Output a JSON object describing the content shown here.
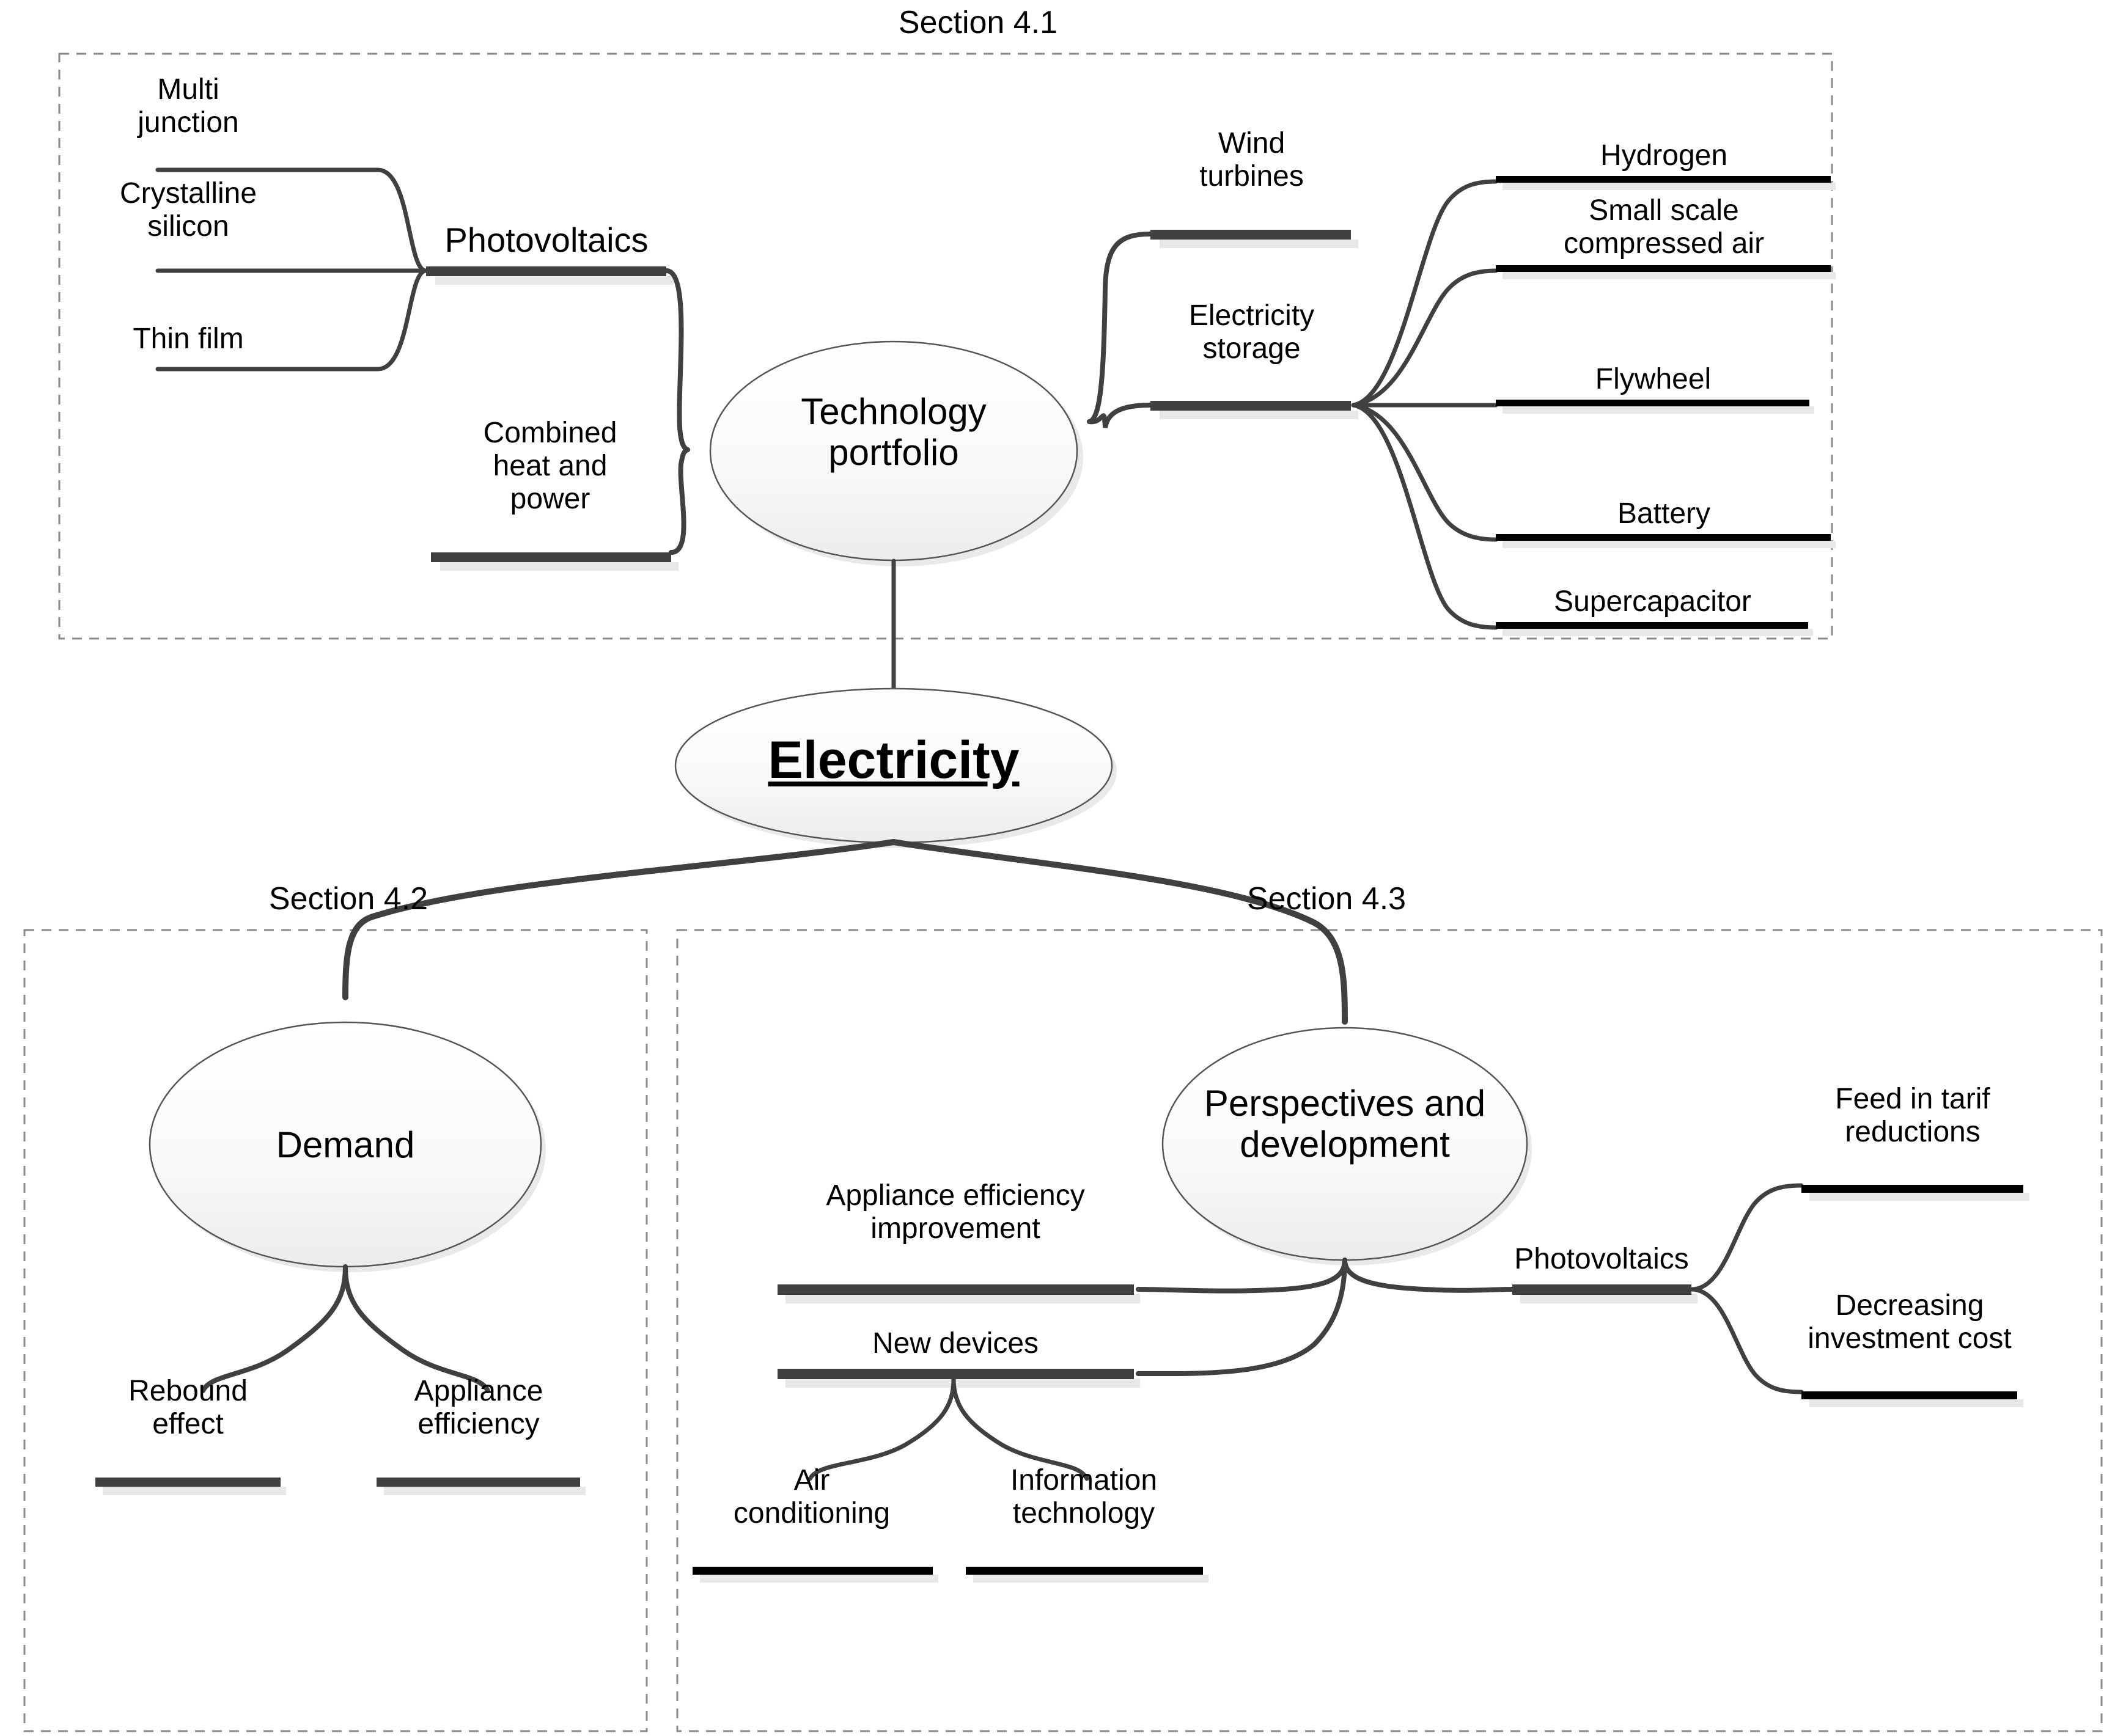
{
  "diagram": {
    "type": "mind-map",
    "root": {
      "label": "Electricity",
      "style": "bold-underlined-ellipse"
    },
    "sections": [
      {
        "id": "4.1",
        "label": "Section 4.1"
      },
      {
        "id": "4.2",
        "label": "Section 4.2"
      },
      {
        "id": "4.3",
        "label": "Section 4.3"
      }
    ],
    "nodes": {
      "technology_portfolio": "Technology\nportfolio",
      "demand": "Demand",
      "perspectives": "Perspectives and\ndevelopment"
    },
    "branches": {
      "photovoltaics": "Photovoltaics",
      "combined_heat_power": "Combined\nheat and\npower",
      "wind_turbines": "Wind\nturbines",
      "electricity_storage": "Electricity\nstorage",
      "pv_perspectives": "Photovoltaics",
      "appliance_efficiency_improvement": "Appliance efficiency\nimprovement",
      "new_devices": "New devices"
    },
    "leaves": {
      "multi_junction": "Multi\njunction",
      "crystalline_silicon": "Crystalline\nsilicon",
      "thin_film": "Thin film",
      "hydrogen": "Hydrogen",
      "small_scale_compressed_air": "Small scale\ncompressed air",
      "flywheel": "Flywheel",
      "battery": "Battery",
      "supercapacitor": "Supercapacitor",
      "rebound_effect": "Rebound\neffect",
      "appliance_efficiency": "Appliance\nefficiency",
      "air_conditioning": "Air\nconditioning",
      "information_technology": "Information\ntechnology",
      "feed_in_tarif_reductions": "Feed in tarif\nreductions",
      "decreasing_investment_cost": "Decreasing\ninvestment cost"
    },
    "colors": {
      "background": "#ffffff",
      "text": "#000000",
      "connector": "#404040",
      "branch_underline": "#404040",
      "leaf_underline": "#000000",
      "section_border": "#808080",
      "node_fill_top": "#fdfdfd",
      "node_fill_bottom": "#efefef",
      "node_stroke": "#404040",
      "shadow": "#e6e6e6"
    }
  }
}
